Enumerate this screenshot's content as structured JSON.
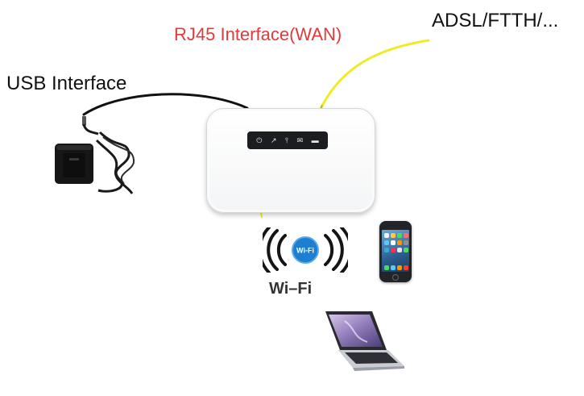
{
  "labels": {
    "usb": "USB Interface",
    "rj45": "RJ45 Interface(WAN)",
    "wan": "ADSL/FTTH/...",
    "wifi": "Wi–Fi",
    "wifi_badge": "Wi-Fi"
  },
  "colors": {
    "rj45_label": "#e03a3a",
    "wan_cable": "#f2ea22",
    "usb_cable": "#111111",
    "wifi_blue": "#1e7fd0"
  },
  "icons": {
    "router": "portable-router-icon",
    "adapter": "usb-power-adapter-icon",
    "wifi": "wifi-signal-icon",
    "phone": "smartphone-icon",
    "laptop": "laptop-icon"
  }
}
